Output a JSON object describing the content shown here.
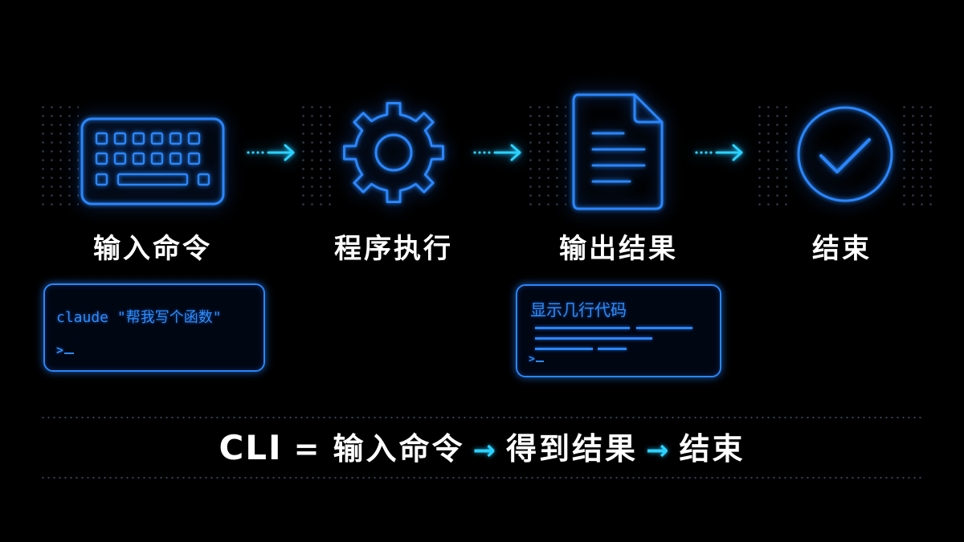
{
  "steps": [
    {
      "label": "输入命令",
      "icon": "keyboard-icon"
    },
    {
      "label": "程序执行",
      "icon": "gear-icon"
    },
    {
      "label": "输出结果",
      "icon": "document-icon"
    },
    {
      "label": "结束",
      "icon": "check-circle-icon"
    }
  ],
  "input_terminal": {
    "command": "claude \"帮我写个函数\"",
    "prompt": ">"
  },
  "output_terminal": {
    "title": "显示几行代码",
    "prompt": ">"
  },
  "summary": {
    "cli": "CLI",
    "equals": "=",
    "part1": "输入命令",
    "arrow": "→",
    "part2": "得到结果",
    "part3": "结束"
  },
  "colors": {
    "accent": "#2a86ff",
    "arrow": "#2ad2ff",
    "background": "#000000"
  }
}
